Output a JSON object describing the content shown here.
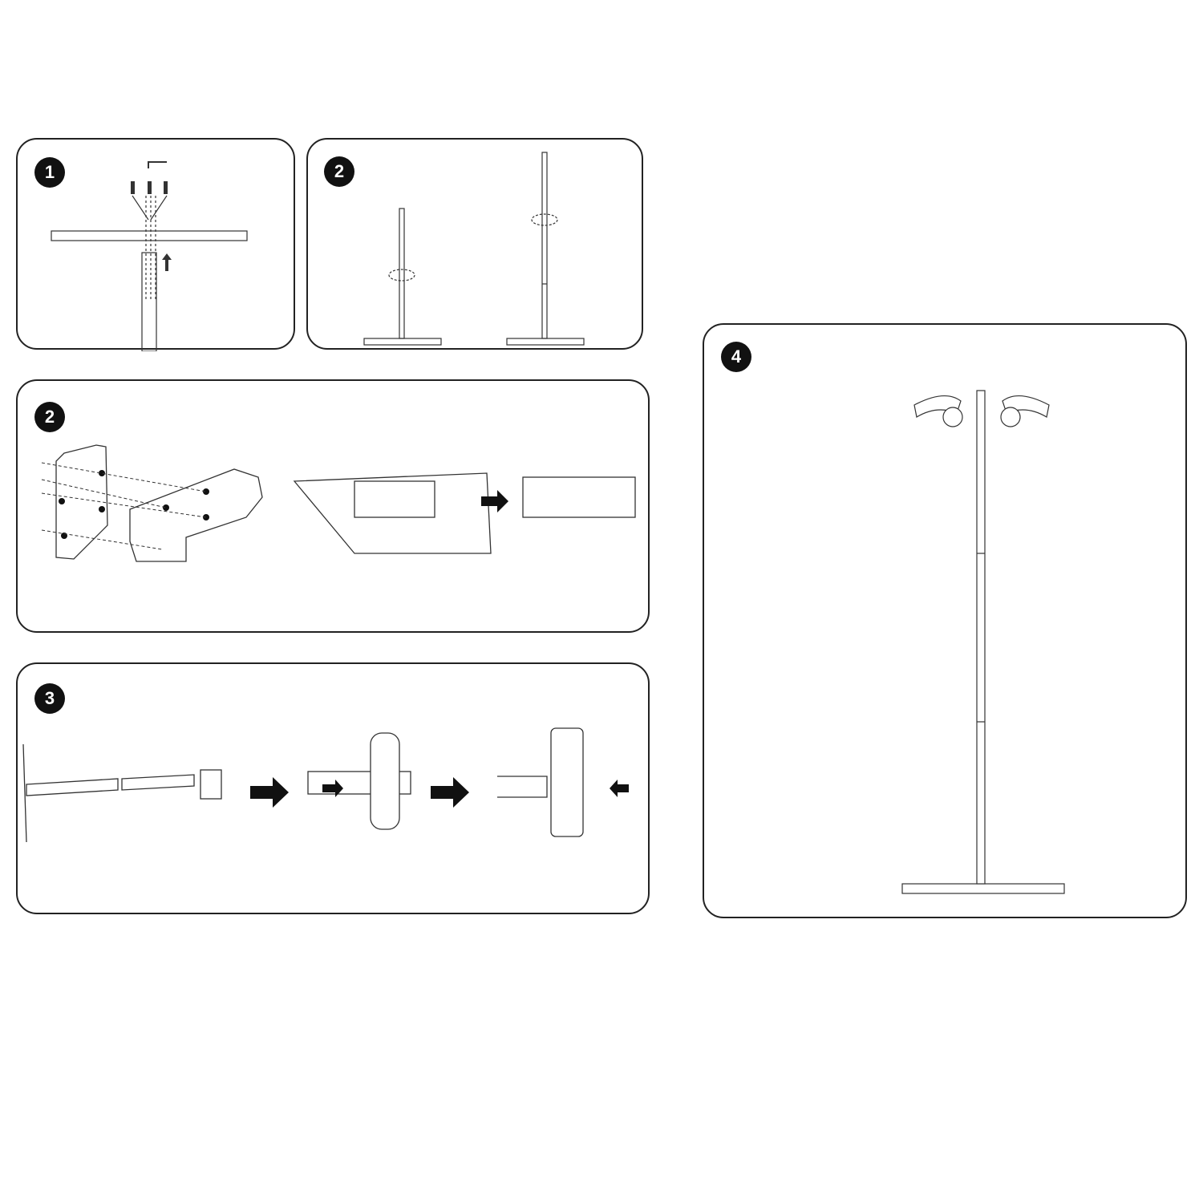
{
  "document": {
    "type": "assembly instructions",
    "panels": [
      {
        "id": "p1",
        "step": "1",
        "description": "Attach base plate to pole with screws and hex key"
      },
      {
        "id": "p2a",
        "step": "2",
        "description": "Join pole sections with threaded connector"
      },
      {
        "id": "p2b",
        "step": "2",
        "description": "Assemble mounting bracket with screws and wing nuts"
      },
      {
        "id": "p3",
        "step": "3",
        "description": "Slide bracket onto pole bar and secure"
      },
      {
        "id": "p4",
        "step": "4",
        "description": "Completed stand with mounted heads"
      }
    ]
  }
}
